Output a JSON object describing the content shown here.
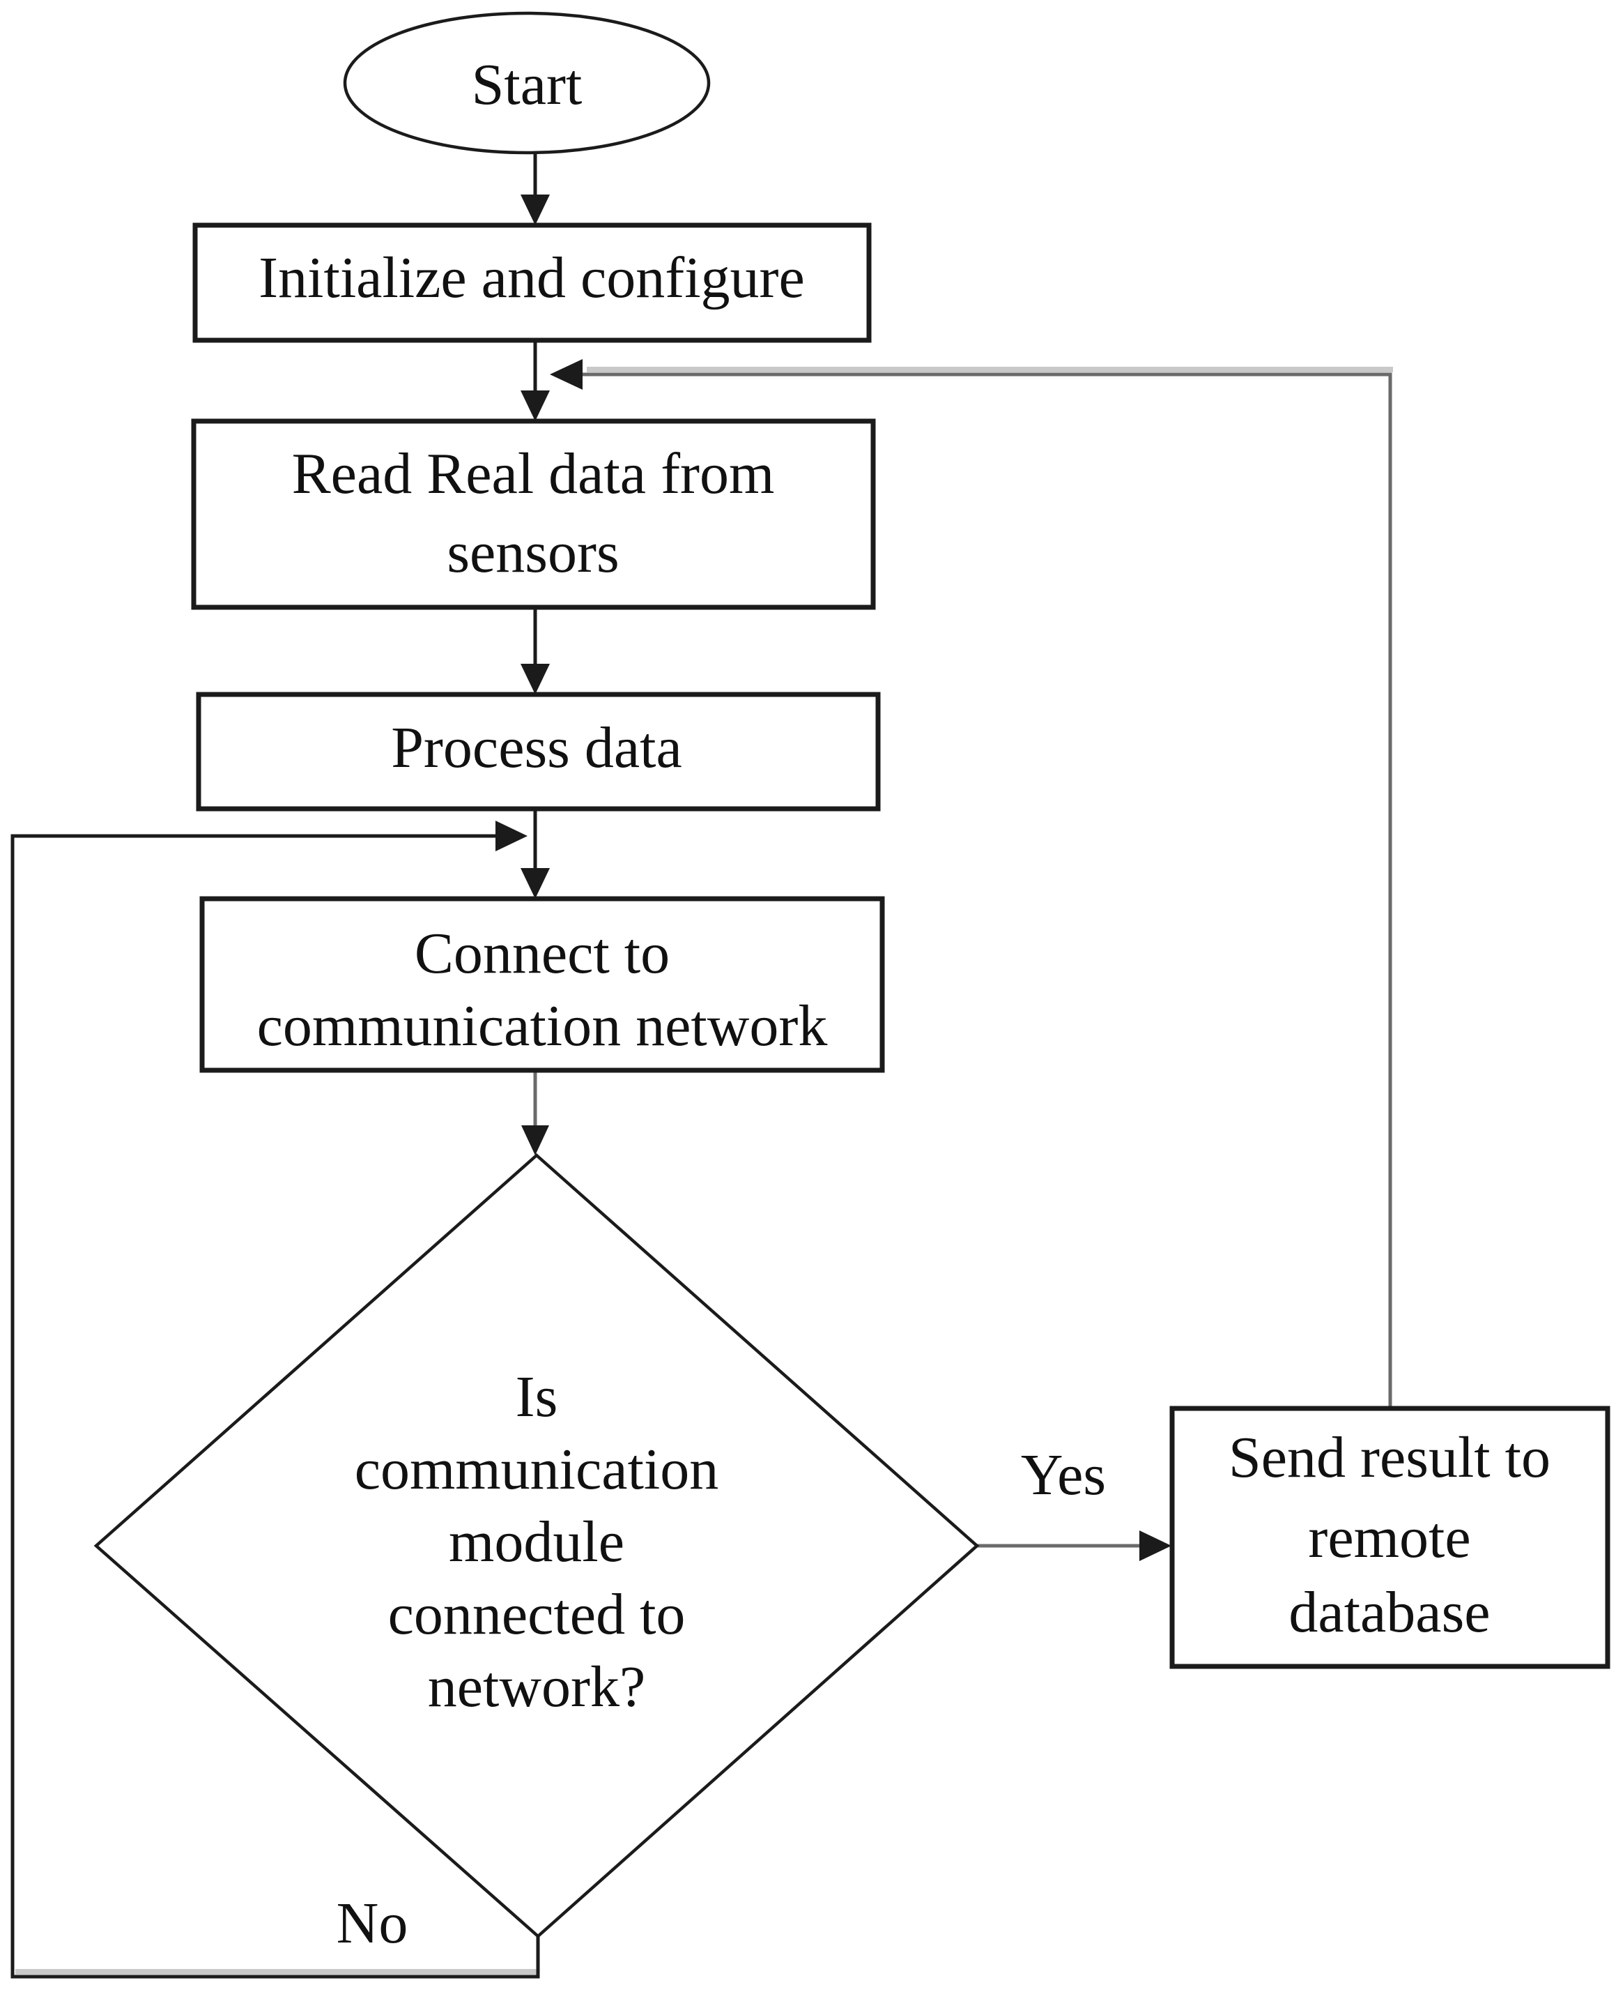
{
  "theme": {
    "stroke": "#1b1b1b",
    "stroke-soft": "#6a6a6a",
    "artifact": "#c9c9c9",
    "text": "#111111",
    "background": "#ffffff"
  },
  "flowchart": {
    "nodes": {
      "start": {
        "type": "terminator",
        "label": "Start"
      },
      "init": {
        "type": "process",
        "label": "Initialize and configure"
      },
      "read": {
        "type": "process",
        "lines": [
          "Read Real data from",
          "sensors"
        ]
      },
      "process": {
        "type": "process",
        "label": "Process data"
      },
      "connect": {
        "type": "process",
        "lines": [
          "Connect to",
          "communication network"
        ]
      },
      "decision": {
        "type": "decision",
        "lines": [
          "Is",
          "communication",
          "module",
          "connected to",
          "network?"
        ]
      },
      "send": {
        "type": "process",
        "lines": [
          "Send result to",
          "remote",
          "database"
        ]
      }
    },
    "edge_labels": {
      "yes": "Yes",
      "no": "No"
    }
  }
}
